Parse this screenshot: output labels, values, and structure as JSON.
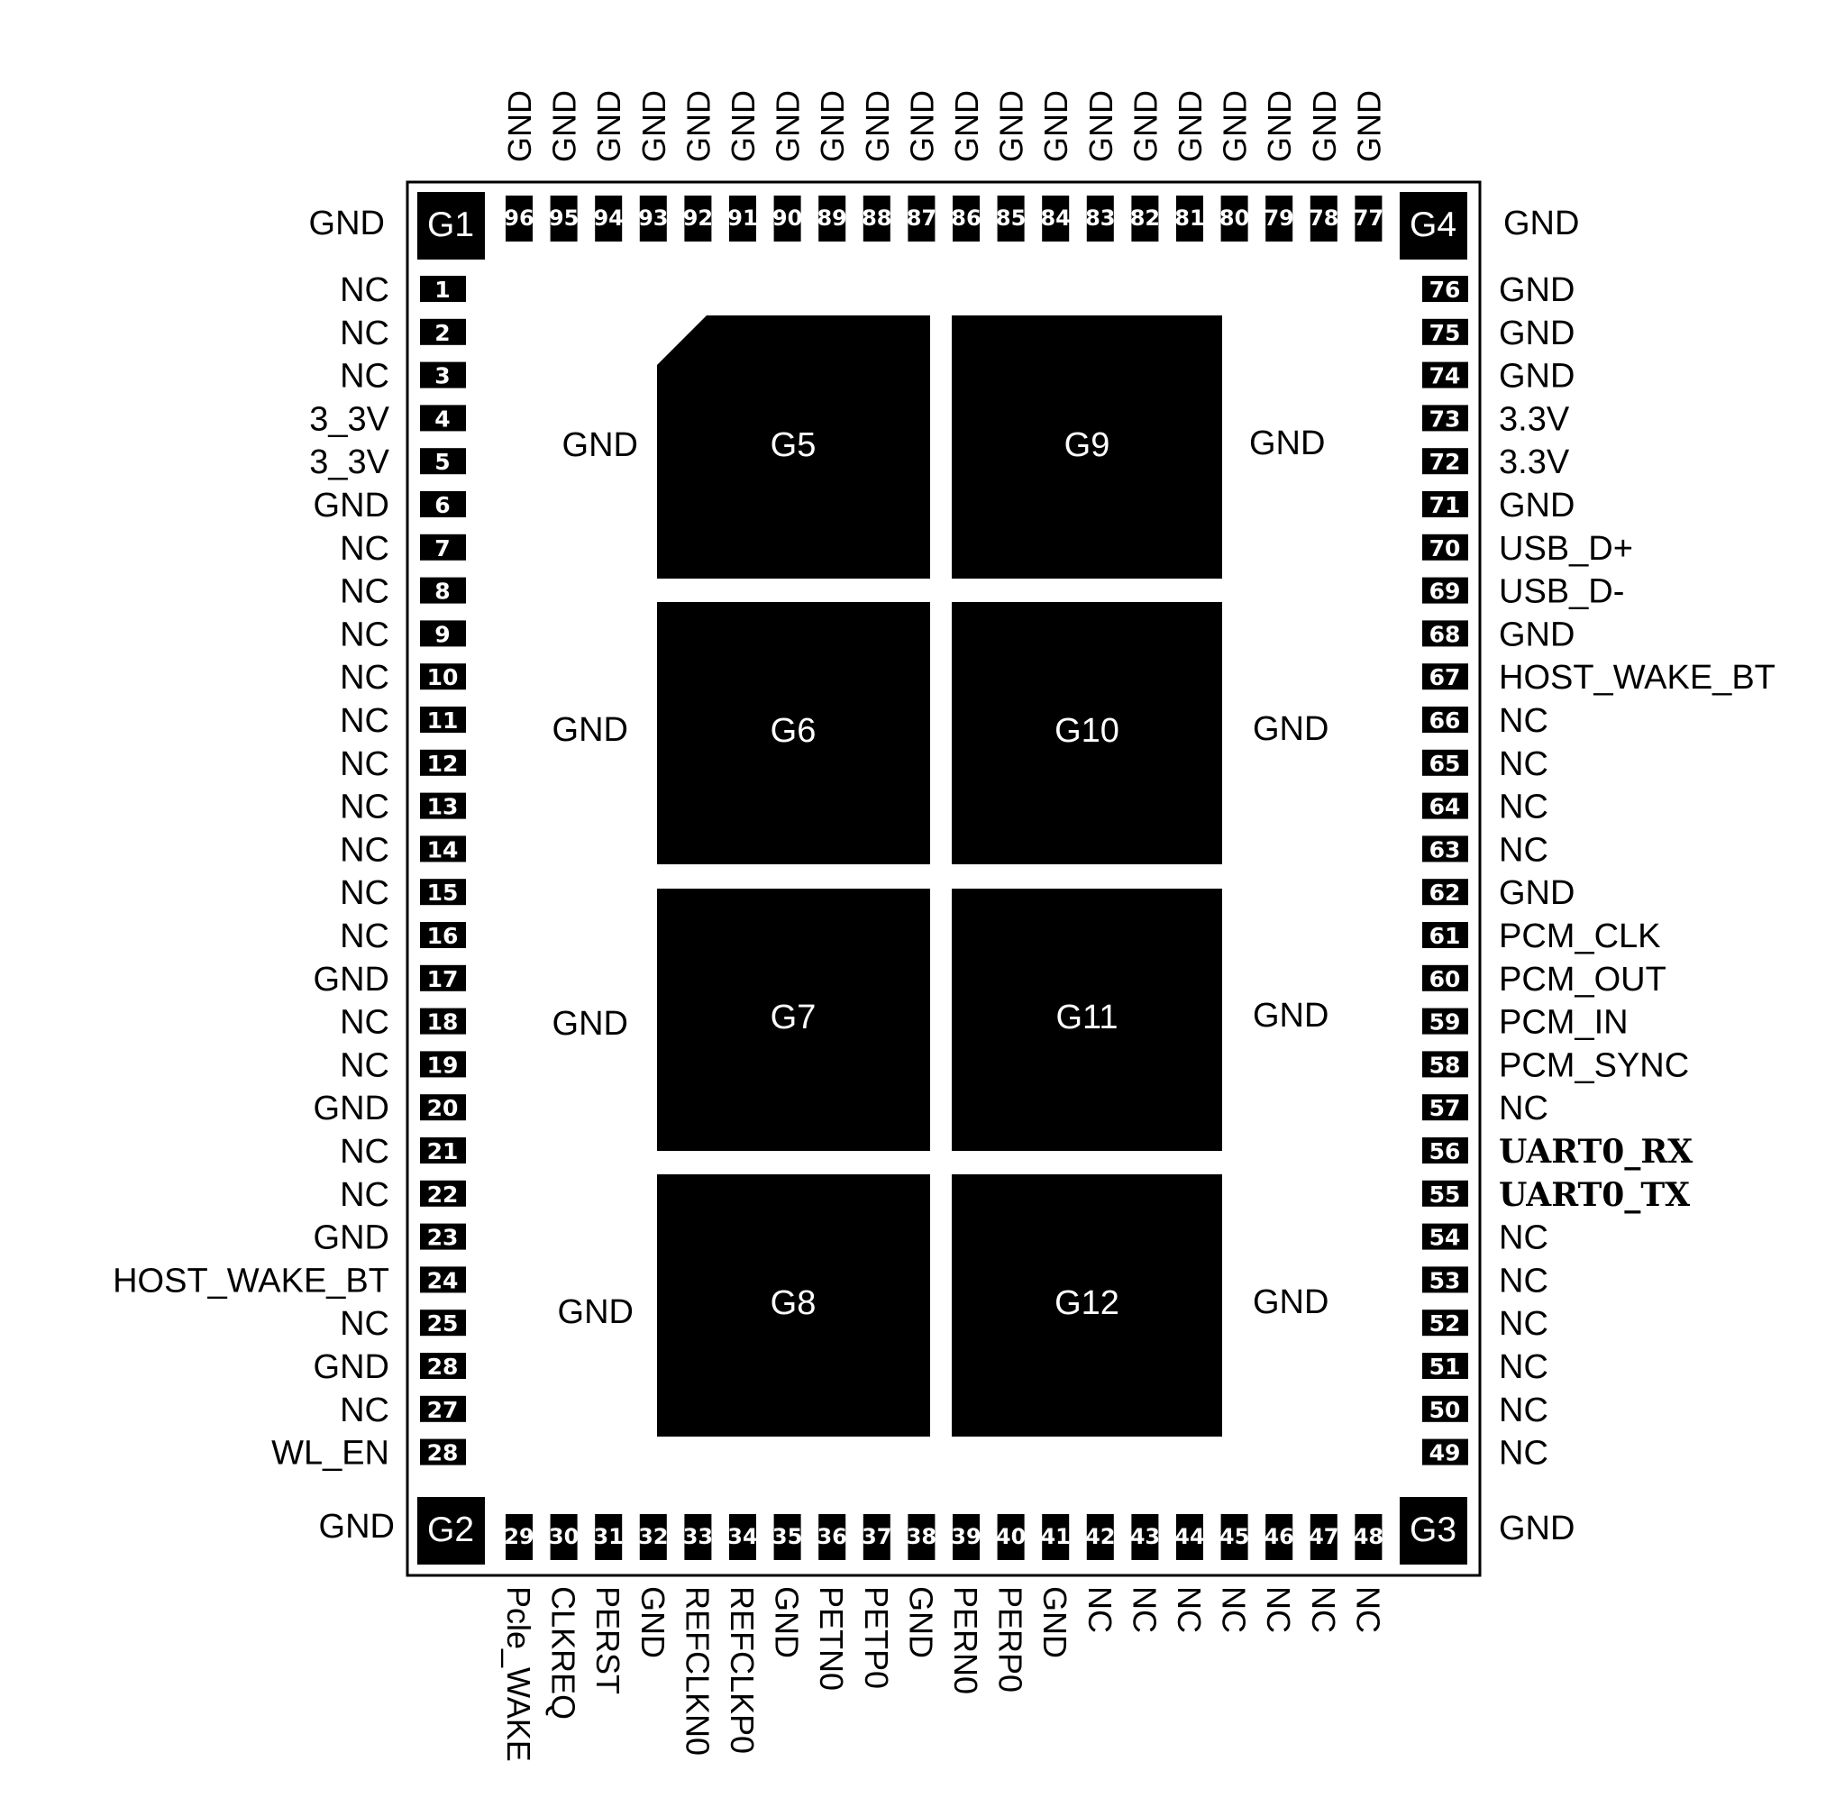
{
  "colors": {
    "ink": "#000000",
    "paper": "#ffffff"
  },
  "corners": {
    "G1": {
      "label": "G1",
      "net": "GND"
    },
    "G2": {
      "label": "G2",
      "net": "GND"
    },
    "G3": {
      "label": "G3",
      "net": "GND"
    },
    "G4": {
      "label": "G4",
      "net": "GND"
    }
  },
  "center_pads": [
    {
      "label": "G5",
      "net": "GND"
    },
    {
      "label": "G6",
      "net": "GND"
    },
    {
      "label": "G7",
      "net": "GND"
    },
    {
      "label": "G8",
      "net": "GND"
    },
    {
      "label": "G9",
      "net": "GND"
    },
    {
      "label": "G10",
      "net": "GND"
    },
    {
      "label": "G11",
      "net": "GND"
    },
    {
      "label": "G12",
      "net": "GND"
    }
  ],
  "left_pins": [
    {
      "num": "1",
      "net": "NC"
    },
    {
      "num": "2",
      "net": "NC"
    },
    {
      "num": "3",
      "net": "NC"
    },
    {
      "num": "4",
      "net": "3_3V"
    },
    {
      "num": "5",
      "net": "3_3V"
    },
    {
      "num": "6",
      "net": "GND"
    },
    {
      "num": "7",
      "net": "NC"
    },
    {
      "num": "8",
      "net": "NC"
    },
    {
      "num": "9",
      "net": "NC"
    },
    {
      "num": "10",
      "net": "NC"
    },
    {
      "num": "11",
      "net": "NC"
    },
    {
      "num": "12",
      "net": "NC"
    },
    {
      "num": "13",
      "net": "NC"
    },
    {
      "num": "14",
      "net": "NC"
    },
    {
      "num": "15",
      "net": "NC"
    },
    {
      "num": "16",
      "net": "NC"
    },
    {
      "num": "17",
      "net": "GND"
    },
    {
      "num": "18",
      "net": "NC"
    },
    {
      "num": "19",
      "net": "NC"
    },
    {
      "num": "20",
      "net": "GND"
    },
    {
      "num": "21",
      "net": "NC"
    },
    {
      "num": "22",
      "net": "NC"
    },
    {
      "num": "23",
      "net": "GND"
    },
    {
      "num": "24",
      "net": "HOST_WAKE_BT"
    },
    {
      "num": "25",
      "net": "NC"
    },
    {
      "num": "28",
      "net": "GND"
    },
    {
      "num": "27",
      "net": "NC"
    },
    {
      "num": "28",
      "net": "WL_EN"
    }
  ],
  "bottom_pins": [
    {
      "num": "29",
      "net": "Pcle_WAKE"
    },
    {
      "num": "30",
      "net": "CLKREQ"
    },
    {
      "num": "31",
      "net": "PERST"
    },
    {
      "num": "32",
      "net": "GND"
    },
    {
      "num": "33",
      "net": "REFCLKN0"
    },
    {
      "num": "34",
      "net": "REFCLKP0"
    },
    {
      "num": "35",
      "net": "GND"
    },
    {
      "num": "36",
      "net": "PETN0"
    },
    {
      "num": "37",
      "net": "PETP0"
    },
    {
      "num": "38",
      "net": "GND"
    },
    {
      "num": "39",
      "net": "PERN0"
    },
    {
      "num": "40",
      "net": "PERP0"
    },
    {
      "num": "41",
      "net": "GND"
    },
    {
      "num": "42",
      "net": "NC"
    },
    {
      "num": "43",
      "net": "NC"
    },
    {
      "num": "44",
      "net": "NC"
    },
    {
      "num": "45",
      "net": "NC"
    },
    {
      "num": "46",
      "net": "NC"
    },
    {
      "num": "47",
      "net": "NC"
    },
    {
      "num": "48",
      "net": "NC"
    }
  ],
  "right_pins": [
    {
      "num": "76",
      "net": "GND"
    },
    {
      "num": "75",
      "net": "GND"
    },
    {
      "num": "74",
      "net": "GND"
    },
    {
      "num": "73",
      "net": "3.3V"
    },
    {
      "num": "72",
      "net": "3.3V"
    },
    {
      "num": "71",
      "net": "GND"
    },
    {
      "num": "70",
      "net": "USB_D+"
    },
    {
      "num": "69",
      "net": "USB_D-"
    },
    {
      "num": "68",
      "net": "GND"
    },
    {
      "num": "67",
      "net": "HOST_WAKE_BT"
    },
    {
      "num": "66",
      "net": "NC"
    },
    {
      "num": "65",
      "net": "NC"
    },
    {
      "num": "64",
      "net": "NC"
    },
    {
      "num": "63",
      "net": "NC"
    },
    {
      "num": "62",
      "net": "GND"
    },
    {
      "num": "61",
      "net": "PCM_CLK"
    },
    {
      "num": "60",
      "net": "PCM_OUT"
    },
    {
      "num": "59",
      "net": "PCM_IN"
    },
    {
      "num": "58",
      "net": "PCM_SYNC"
    },
    {
      "num": "57",
      "net": "NC"
    },
    {
      "num": "56",
      "net": "UART0_RX"
    },
    {
      "num": "55",
      "net": "UART0_TX"
    },
    {
      "num": "54",
      "net": "NC"
    },
    {
      "num": "53",
      "net": "NC"
    },
    {
      "num": "52",
      "net": "NC"
    },
    {
      "num": "51",
      "net": "NC"
    },
    {
      "num": "50",
      "net": "NC"
    },
    {
      "num": "49",
      "net": "NC"
    }
  ],
  "top_pins": [
    {
      "num": "96",
      "net": "GND"
    },
    {
      "num": "95",
      "net": "GND"
    },
    {
      "num": "94",
      "net": "GND"
    },
    {
      "num": "93",
      "net": "GND"
    },
    {
      "num": "92",
      "net": "GND"
    },
    {
      "num": "91",
      "net": "GND"
    },
    {
      "num": "90",
      "net": "GND"
    },
    {
      "num": "89",
      "net": "GND"
    },
    {
      "num": "88",
      "net": "GND"
    },
    {
      "num": "87",
      "net": "GND"
    },
    {
      "num": "86",
      "net": "GND"
    },
    {
      "num": "85",
      "net": "GND"
    },
    {
      "num": "84",
      "net": "GND"
    },
    {
      "num": "83",
      "net": "GND"
    },
    {
      "num": "82",
      "net": "GND"
    },
    {
      "num": "81",
      "net": "GND"
    },
    {
      "num": "80",
      "net": "GND"
    },
    {
      "num": "79",
      "net": "GND"
    },
    {
      "num": "78",
      "net": "GND"
    },
    {
      "num": "77",
      "net": "GND"
    }
  ]
}
